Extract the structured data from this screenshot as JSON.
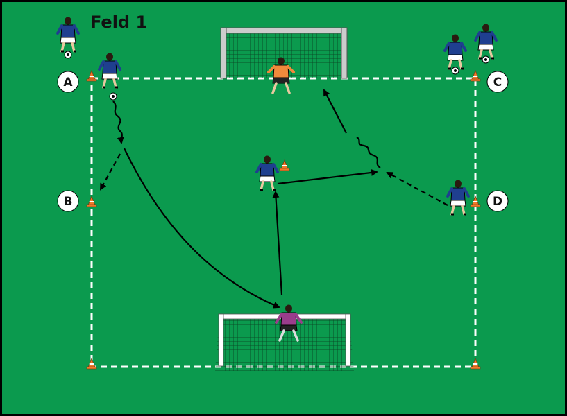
{
  "title": "Feld 1",
  "colors": {
    "pitch": "#0b9a4e",
    "border": "#000000",
    "lines": "#ffffff",
    "player_shirt": "#1f3f8f",
    "goalkeeper_top": "#f08a3c",
    "goalkeeper_bottom": "#9b3d8c",
    "cone": "#f07a2a"
  },
  "positions": [
    {
      "id": "A",
      "label": "A"
    },
    {
      "id": "B",
      "label": "B"
    },
    {
      "id": "C",
      "label": "C"
    },
    {
      "id": "D",
      "label": "D"
    }
  ],
  "icons": {
    "cone": "training-cone-icon",
    "ball": "soccer-ball-icon",
    "player": "field-player-icon",
    "goalkeeper": "goalkeeper-icon",
    "goal": "goal-net-icon"
  }
}
